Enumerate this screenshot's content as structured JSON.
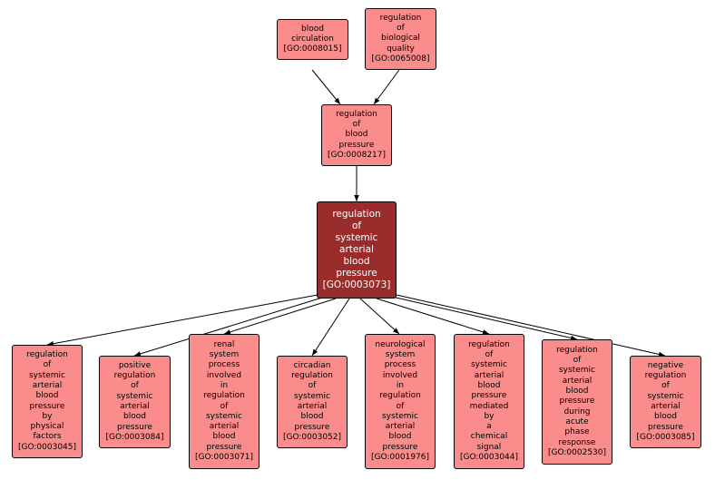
{
  "diagram": {
    "nodes": {
      "blood_circulation": "blood\ncirculation\n[GO:0008015]",
      "regulation_of_biological_quality": "regulation\nof\nbiological\nquality\n[GO:0065008]",
      "regulation_of_blood_pressure": "regulation\nof\nblood\npressure\n[GO:0008217]",
      "regulation_of_systemic_arterial_blood_pressure": "regulation\nof\nsystemic\narterial\nblood\npressure\n[GO:0003073]",
      "by_physical_factors": "regulation\nof\nsystemic\narterial\nblood\npressure\nby\nphysical\nfactors\n[GO:0003045]",
      "positive_regulation": "positive\nregulation\nof\nsystemic\narterial\nblood\npressure\n[GO:0003084]",
      "renal_system_process": "renal\nsystem\nprocess\ninvolved\nin\nregulation\nof\nsystemic\narterial\nblood\npressure\n[GO:0003071]",
      "circadian_regulation": "circadian\nregulation\nof\nsystemic\narterial\nblood\npressure\n[GO:0003052]",
      "neurological_system_process": "neurological\nsystem\nprocess\ninvolved\nin\nregulation\nof\nsystemic\narterial\nblood\npressure\n[GO:0001976]",
      "mediated_by_chemical_signal": "regulation\nof\nsystemic\narterial\nblood\npressure\nmediated\nby\na\nchemical\nsignal\n[GO:0003044]",
      "during_acute_phase_response": "regulation\nof\nsystemic\narterial\nblood\npressure\nduring\nacute\nphase\nresponse\n[GO:0002530]",
      "negative_regulation": "negative\nregulation\nof\nsystemic\narterial\nblood\npressure\n[GO:0003085]"
    },
    "colors": {
      "node_fill": "#fa8c8c",
      "focus_fill": "#9b2c2c",
      "focus_text": "#ffffff",
      "border": "#000000",
      "edge": "#000000"
    }
  }
}
